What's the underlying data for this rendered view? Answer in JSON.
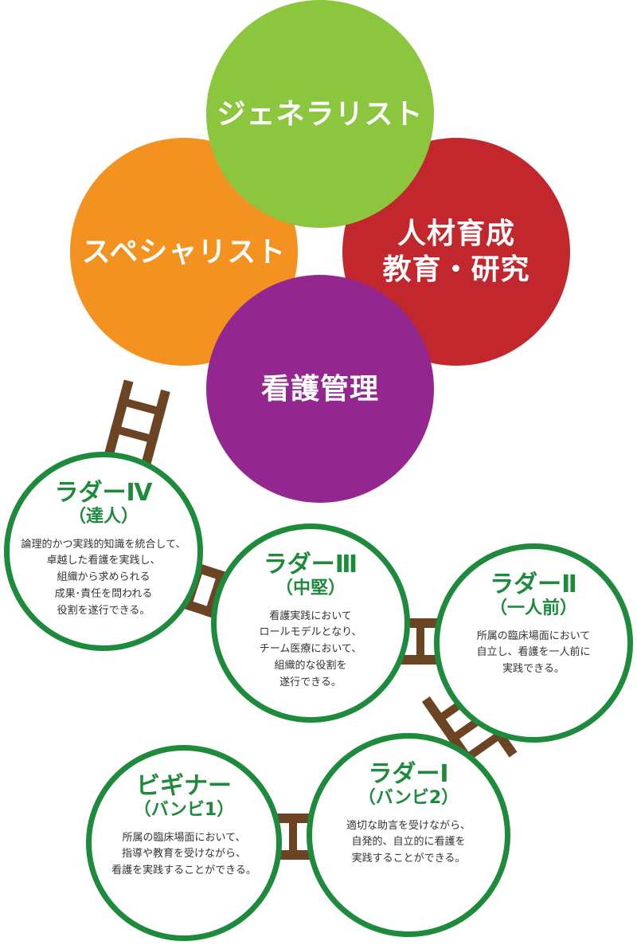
{
  "top": {
    "generalist": {
      "label": "ジェネラリスト",
      "color": "#8cc63f"
    },
    "specialist": {
      "label": "スペシャリスト",
      "color": "#f39220"
    },
    "development": {
      "label": "人材育成\n教育・研究",
      "color": "#c1272d"
    },
    "management": {
      "label": "看護管理",
      "color": "#93278f"
    }
  },
  "ladders": {
    "iv": {
      "title": "ラダーⅣ",
      "sub": "（達人）",
      "desc": "論理的かつ実践的知識を統合して、\n卓越した看護を実践し、\n組織から求められる\n成果･責任を問われる\n役割を遂行できる。"
    },
    "iii": {
      "title": "ラダーⅢ",
      "sub": "（中堅）",
      "desc": "看護実践において\nロールモデルとなり、\nチーム医療において、\n組織的な役割を\n遂行できる。"
    },
    "ii": {
      "title": "ラダーⅡ",
      "sub": "（一人前）",
      "desc": "所属の臨床場面において\n自立し、看護を一人前に\n実践できる。"
    },
    "i": {
      "title": "ラダーⅠ",
      "sub": "（バンビ2）",
      "desc": "適切な助言を受けながら、\n自発的、自立的に看護を\n実践することができる。"
    },
    "beginner": {
      "title": "ビギナー",
      "sub": "（バンビ1）",
      "desc": "所属の臨床場面において、\n指導や教育を受けながら、\n看護を実践することができる。"
    }
  },
  "colors": {
    "ring": "#1e8a3c",
    "ladder": "#6b4423"
  }
}
